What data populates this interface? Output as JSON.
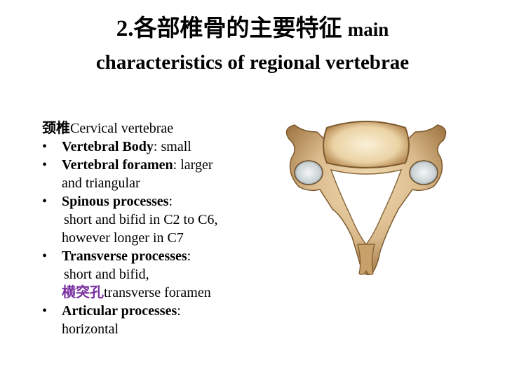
{
  "title": {
    "line1_cn": "2.各部椎骨的主要特征",
    "line1_en": "main",
    "line2": "characteristics of regional vertebrae"
  },
  "section": {
    "heading_cn": "颈椎",
    "heading_en": "Cervical vertebrae"
  },
  "bullets": [
    {
      "term": "Vertebral Body",
      "desc": ": small"
    },
    {
      "term": "Vertebral foramen",
      "desc": ": larger",
      "line2": "and triangular"
    },
    {
      "term": "Spinous processes",
      "desc": ":",
      "line2": "short and bifid in C2 to C6,",
      "line3": "however longer in C7"
    },
    {
      "term": "Transverse processes",
      "desc": ":",
      "line2": "short and bifid,",
      "line3_cn": "横突孔",
      "line3_en": "transverse foramen"
    },
    {
      "term": "Articular processes",
      "desc": ":",
      "line2": "horizontal"
    }
  ],
  "bullet_char": "•",
  "colors": {
    "purple_text": "#7a2fa0",
    "bone": "#d9b98a"
  }
}
